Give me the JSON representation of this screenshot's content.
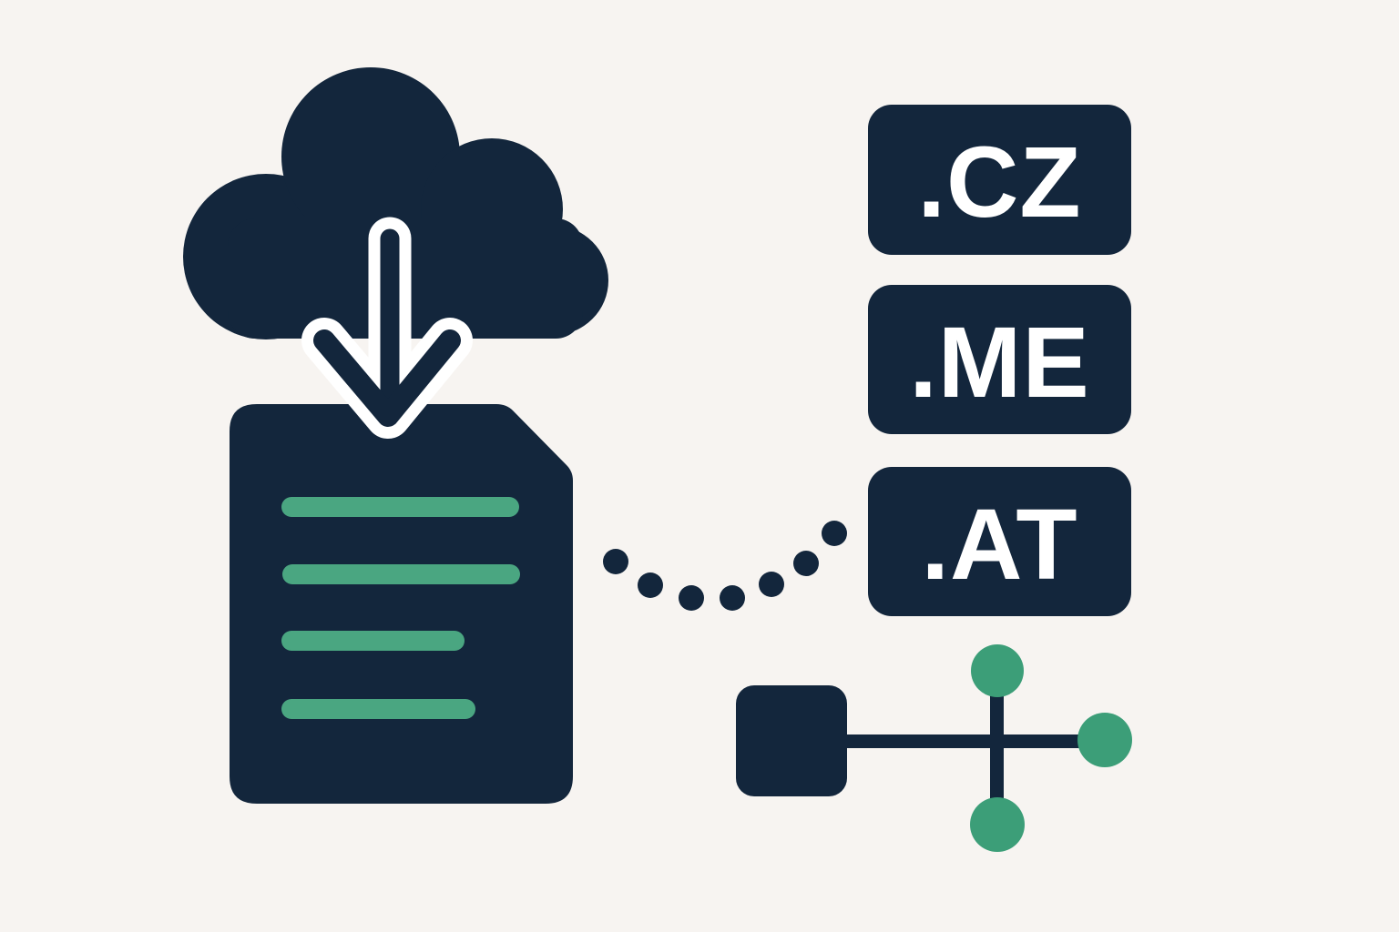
{
  "illustration": {
    "icons": [
      "cloud-download-icon",
      "download-arrow-icon",
      "document-icon",
      "dotted-connector",
      "network-nodes-icon"
    ]
  },
  "badges": [
    {
      "label": ".CZ"
    },
    {
      "label": ".ME"
    },
    {
      "label": ".AT"
    }
  ],
  "colors": {
    "navy": "#13263C",
    "green": "#4AA681",
    "green2": "#3C9E78",
    "bg": "#F7F4F1",
    "text": "#FFFFFF"
  }
}
